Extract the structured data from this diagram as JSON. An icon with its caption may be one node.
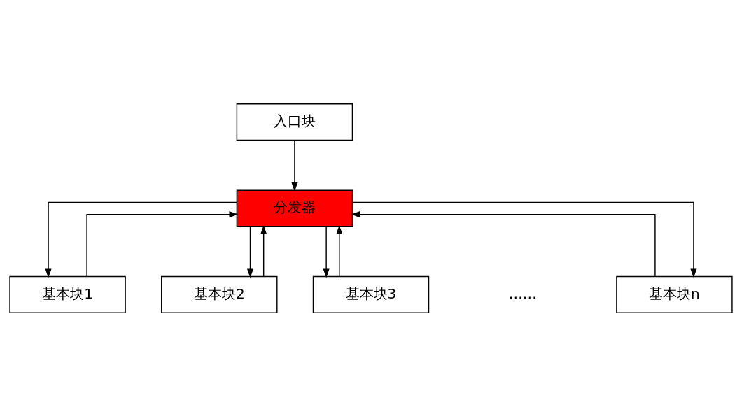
{
  "diagram": {
    "nodes": [
      {
        "text": [
          "入口块"
        ]
      },
      {
        "text": [
          "分发器"
        ]
      },
      {
        "text": [
          "基本块1"
        ]
      },
      {
        "text": [
          "基本块2"
        ]
      },
      {
        "text": [
          "基本块3"
        ]
      },
      {
        "text": [
          "基本块n"
        ]
      }
    ],
    "edges": [
      {
        "from": 0,
        "to": 1,
        "arrow": "to"
      },
      {
        "from": 1,
        "to": 2,
        "arrow": "to"
      },
      {
        "from": 1,
        "to": 3,
        "arrow": "to"
      },
      {
        "from": 1,
        "to": 4,
        "arrow": "to"
      },
      {
        "from": 1,
        "to": 5,
        "arrow": "to"
      },
      {
        "from": 2,
        "to": 1,
        "arrow": "to"
      },
      {
        "from": 3,
        "to": 1,
        "arrow": "to"
      },
      {
        "from": 4,
        "to": 1,
        "arrow": "to"
      },
      {
        "from": 5,
        "to": 1,
        "arrow": "to"
      }
    ],
    "labels": [
      "……"
    ]
  }
}
